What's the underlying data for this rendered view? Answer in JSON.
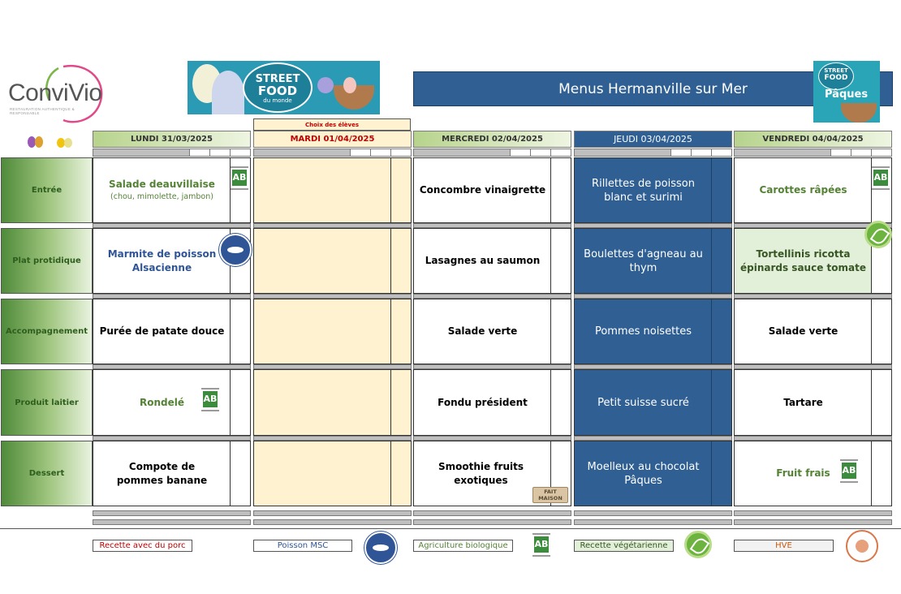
{
  "brand": {
    "name": "ConviVio",
    "tagline": "RESTAURATION AUTHENTIQUE & RESPONSABLE"
  },
  "banner": {
    "line1": "STREET",
    "line2": "FOOD",
    "line3": "du monde"
  },
  "banner_small": {
    "line1": "STREET",
    "line2": "FOOD",
    "line3": "Pâques"
  },
  "title": "Menus Hermanville sur Mer",
  "choice_label": "Choix des élèves",
  "days": [
    {
      "label": "LUNDI  31/03/2025"
    },
    {
      "label": "MARDI 01/04/2025"
    },
    {
      "label": "MERCREDI 02/04/2025"
    },
    {
      "label": "JEUDI 03/04/2025"
    },
    {
      "label": "VENDREDI 04/04/2025"
    }
  ],
  "rows": [
    {
      "label": "Entrée"
    },
    {
      "label": "Plat protidique"
    },
    {
      "label": "Accompagnement"
    },
    {
      "label": "Produit laitier"
    },
    {
      "label": "Dessert"
    }
  ],
  "dishes": {
    "lundi": {
      "entree": {
        "name": "Salade deauvillaise",
        "note": "(chou, mimolette, jambon)"
      },
      "plat": "Marmite de poisson Alsacienne",
      "accomp": "Purée de patate douce",
      "laitier": "Rondelé",
      "dessert": "Compote de pommes banane"
    },
    "mercredi": {
      "entree": "Concombre vinaigrette",
      "plat": "Lasagnes au saumon",
      "accomp": "Salade verte",
      "laitier": "Fondu président",
      "dessert": "Smoothie fruits exotiques"
    },
    "jeudi": {
      "entree": "Rillettes de poisson blanc et surimi",
      "plat": "Boulettes d'agneau au thym",
      "accomp": "Pommes noisettes",
      "laitier": "Petit suisse sucré",
      "dessert": "Moelleux au chocolat Pâques"
    },
    "vendredi": {
      "entree": "Carottes râpées",
      "plat": "Tortellinis ricotta épinards sauce tomate",
      "accomp": "Salade verte",
      "laitier": "Tartare",
      "dessert": "Fruit frais"
    }
  },
  "badges": {
    "ab": "AB",
    "fait_maison": "FAIT MAISON"
  },
  "legend": [
    {
      "label": "Recette avec du porc",
      "color": "#c00000"
    },
    {
      "label": "Poisson MSC",
      "color": "#2f5597"
    },
    {
      "label": "Agriculture biologique",
      "color": "#548235"
    },
    {
      "label": "Recette végétarienne",
      "color": "#375623"
    },
    {
      "label": "HVE",
      "color": "#c55a11"
    }
  ],
  "colors": {
    "title_bg": "#2f5f93",
    "row_label": "#4f8a3a",
    "mardi_bg": "#fff2d0"
  }
}
